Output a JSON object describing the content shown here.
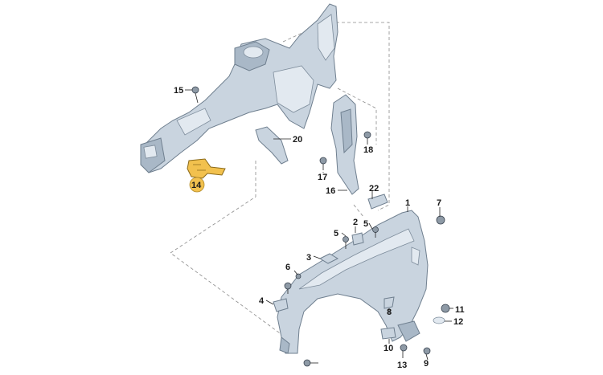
{
  "diagram": {
    "highlight_color": "#f2c14e",
    "part_color": "#c9d4df",
    "callouts": [
      {
        "id": "c1",
        "label": "1"
      },
      {
        "id": "c2",
        "label": "2"
      },
      {
        "id": "c3",
        "label": "3"
      },
      {
        "id": "c4",
        "label": "4"
      },
      {
        "id": "c5a",
        "label": "5"
      },
      {
        "id": "c5b",
        "label": "5"
      },
      {
        "id": "c6",
        "label": "6"
      },
      {
        "id": "c7",
        "label": "7"
      },
      {
        "id": "c8",
        "label": "8"
      },
      {
        "id": "c9",
        "label": "9"
      },
      {
        "id": "c10",
        "label": "10"
      },
      {
        "id": "c11",
        "label": "11"
      },
      {
        "id": "c12",
        "label": "12"
      },
      {
        "id": "c13",
        "label": "13"
      },
      {
        "id": "c14",
        "label": "14",
        "highlighted": true
      },
      {
        "id": "c15",
        "label": "15"
      },
      {
        "id": "c16",
        "label": "16"
      },
      {
        "id": "c17",
        "label": "17"
      },
      {
        "id": "c18",
        "label": "18"
      },
      {
        "id": "c20",
        "label": "20"
      },
      {
        "id": "c22",
        "label": "22"
      }
    ]
  }
}
